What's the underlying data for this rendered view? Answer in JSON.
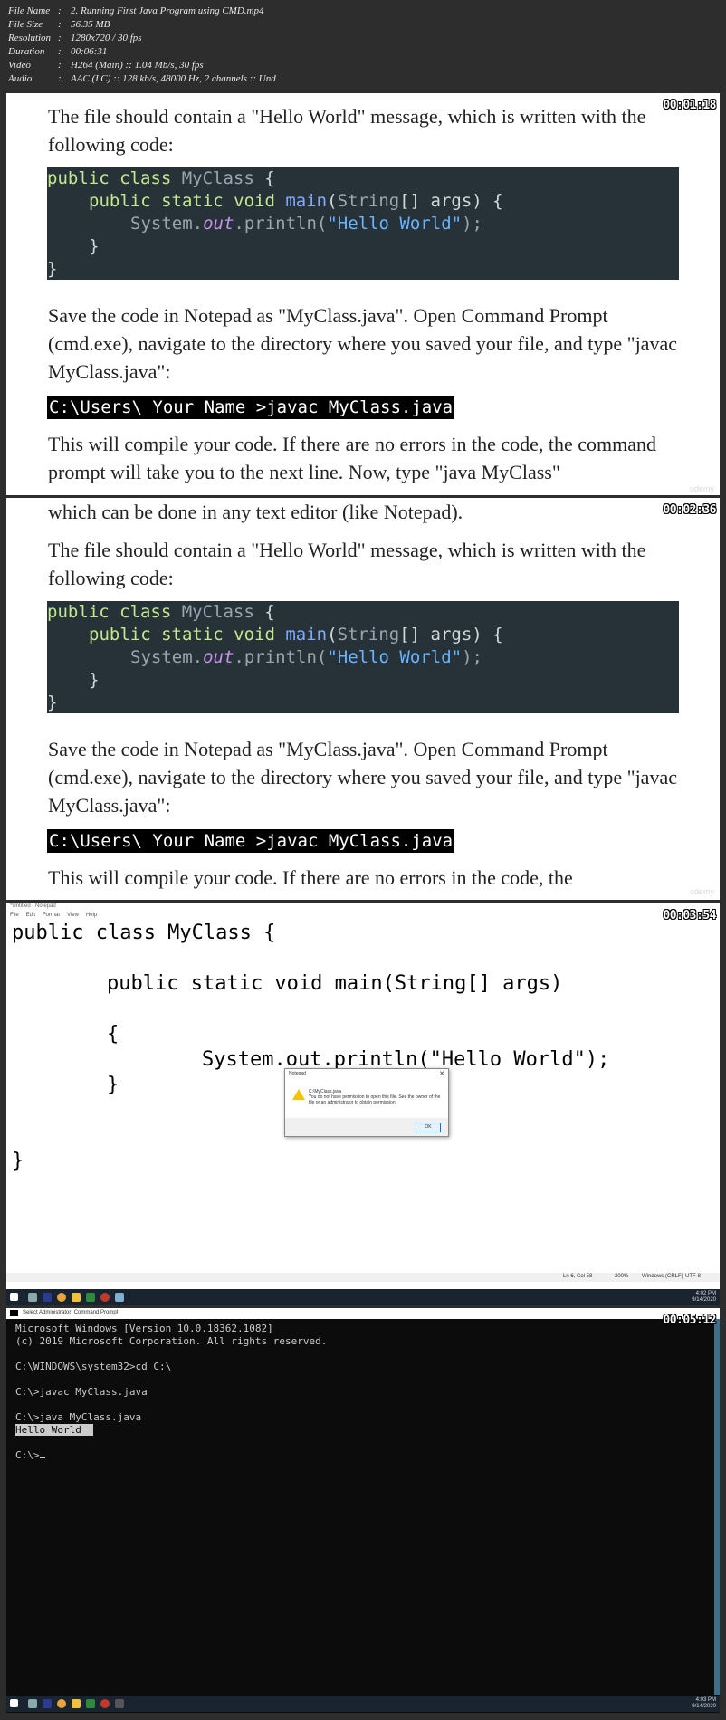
{
  "meta": {
    "rows": [
      {
        "key": "File Name",
        "value": "2. Running First Java Program using CMD.mp4"
      },
      {
        "key": "File Size",
        "value": "56.35 MB"
      },
      {
        "key": "Resolution",
        "value": "1280x720 / 30 fps"
      },
      {
        "key": "Duration",
        "value": "00:06:31"
      },
      {
        "key": "Video",
        "value": "H264 (Main) :: 1.04 Mb/s, 30 fps"
      },
      {
        "key": "Audio",
        "value": "AAC (LC) :: 128 kb/s, 48000 Hz, 2 channels :: Und"
      }
    ],
    "separator": ":"
  },
  "frames": {
    "f1": {
      "timestamp": "00:01:18",
      "p1": "The file should contain a \"Hello World\" message, which is written with the following code:",
      "p2": "Save the code in Notepad as \"MyClass.java\". Open Command Prompt (cmd.exe), navigate to the directory where you saved your file, and type \"javac MyClass.java\":",
      "cmd": "C:\\Users\\ Your Name >javac MyClass.java",
      "p3": "This will compile your code. If there are no errors in the code, the command prompt will take you to the next line. Now, type \"java MyClass\"",
      "watermark": "udemy"
    },
    "f2": {
      "timestamp": "00:02:36",
      "p0": "which can be done in any text editor (like Notepad).",
      "p1": "The file should contain a \"Hello World\" message, which is written with the following code:",
      "p2": "Save the code in Notepad as \"MyClass.java\". Open Command Prompt (cmd.exe), navigate to the directory where you saved your file, and type \"javac MyClass.java\":",
      "cmd": "C:\\Users\\ Your Name >javac MyClass.java",
      "p3": "This will compile your code. If there are no errors in the code, the",
      "watermark": "udemy"
    },
    "f3": {
      "timestamp": "00:03:54",
      "title": "*Untitled - Notepad",
      "menu": [
        "File",
        "Edit",
        "Format",
        "View",
        "Help"
      ],
      "code": [
        "public class MyClass {",
        "public static void main(String[] args)",
        "{",
        "System.out.println(\"Hello World\");",
        "}",
        "}"
      ],
      "status": {
        "pos": "Ln 6, Col 58",
        "zoom": "200%",
        "eol": "Windows (CRLF)",
        "enc": "UTF-8"
      },
      "dialog": {
        "title": "Notepad",
        "close": "✕",
        "file": "C:\\MyClass.java",
        "message": "You do not have permission to open this file. See the owner of the file or an administrator to obtain permission.",
        "ok": "OK"
      },
      "clock": {
        "time": "4:02 PM",
        "date": "9/14/2020"
      }
    },
    "f4": {
      "timestamp": "00:05:12",
      "title": "Select Administrator: Command Prompt",
      "lines": [
        "Microsoft Windows [Version 10.0.18362.1082]",
        "(c) 2019 Microsoft Corporation. All rights reserved.",
        "",
        "C:\\WINDOWS\\system32>cd C:\\",
        "",
        "C:\\>javac MyClass.java",
        "",
        "C:\\>java MyClass.java"
      ],
      "highlight": "Hello World  ",
      "prompt": "C:\\>",
      "clock": {
        "time": "4:03 PM",
        "date": "9/14/2020"
      }
    }
  },
  "code": {
    "l1": {
      "kw": "public class",
      "cls": "MyClass",
      "brace": " {"
    },
    "l2": {
      "kw": "public static void",
      "fn": "main",
      "open": "(",
      "type": "String",
      "rest": "[] args) {"
    },
    "l3": {
      "obj": "System.",
      "fld": "out",
      "call": ".println(",
      "str": "\"Hello World\"",
      "end": ");"
    },
    "l4": "}",
    "l5": "}"
  },
  "colors": {
    "code_bg": "#263238",
    "keyword": "#c3e88d",
    "string": "#69b4ff",
    "field": "#c792ea"
  }
}
